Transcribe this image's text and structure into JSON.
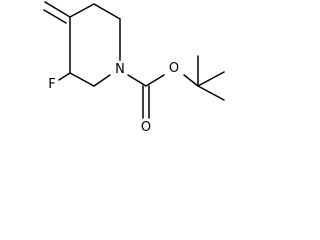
{
  "molecule": {
    "atoms": {
      "fluorine": "F",
      "nitrogen": "N",
      "carbonyl_oxygen": "O",
      "ester_oxygen": "O"
    },
    "colors": {
      "bond": "#000000",
      "label": "#000000",
      "background": "#ffffff"
    }
  }
}
